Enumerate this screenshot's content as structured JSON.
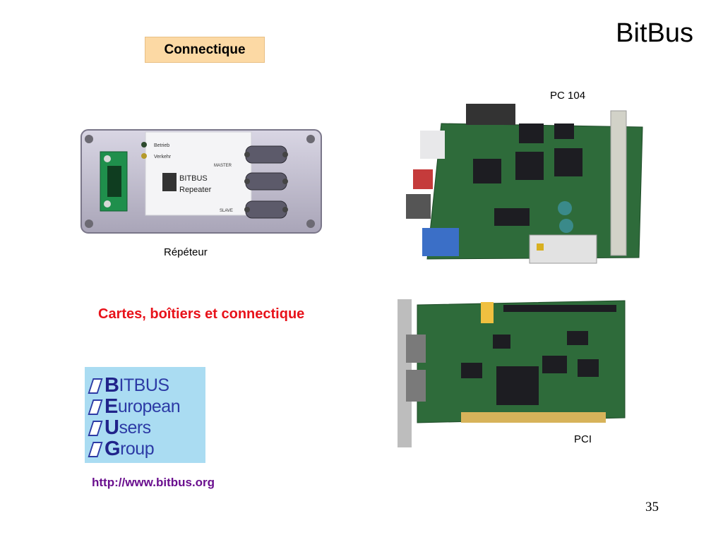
{
  "slide": {
    "title": "BitBus",
    "section_label": "Connectique",
    "captions": {
      "repeater": "Répéteur",
      "pc104": "PC 104",
      "pci": "PCI"
    },
    "heading": "Cartes, boîtiers et connectique",
    "logo": {
      "lines": [
        {
          "initial": "B",
          "rest": "ITBUS"
        },
        {
          "initial": "E",
          "rest": "uropean"
        },
        {
          "initial": "U",
          "rest": "sers"
        },
        {
          "initial": "G",
          "rest": "roup"
        }
      ]
    },
    "link": "http://www.bitbus.org",
    "page_number": "35",
    "device": {
      "led1": "Betrieb",
      "led2": "Verkehr",
      "master": "MASTER",
      "slave": "SLAVE",
      "brand_line1": "BITBUS",
      "brand_line2": "Repeater"
    }
  },
  "colors": {
    "heading_red": "#e8121a",
    "link_purple": "#6a0f8e",
    "label_bg": "#fcd9a4",
    "logo_bg": "#aadcf2",
    "logo_text": "#2c3aa5",
    "pcb_green": "#2e6b3a"
  }
}
